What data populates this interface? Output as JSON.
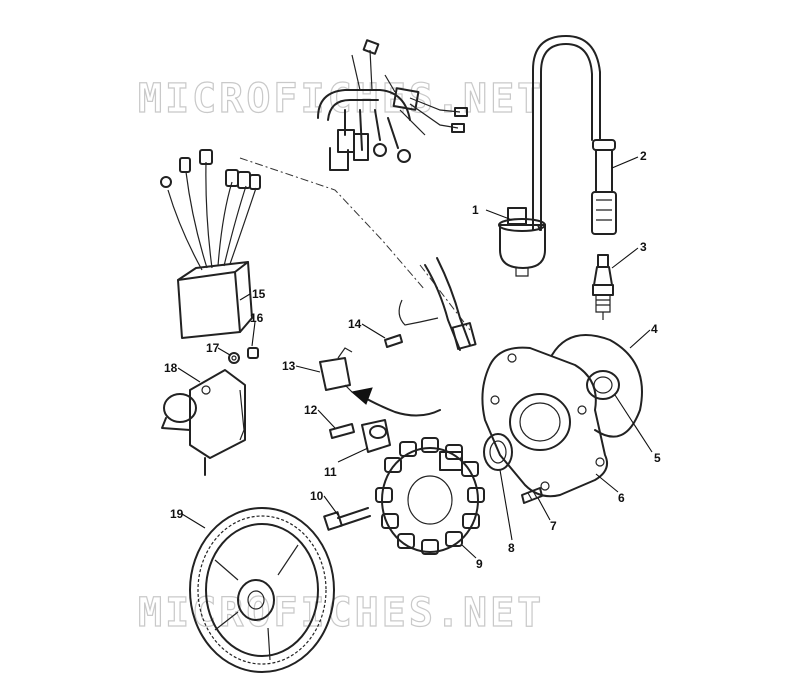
{
  "watermark": {
    "text": "MICROFICHES.NET"
  },
  "callouts": [
    {
      "num": "1"
    },
    {
      "num": "2"
    },
    {
      "num": "3"
    },
    {
      "num": "4"
    },
    {
      "num": "5"
    },
    {
      "num": "6"
    },
    {
      "num": "7"
    },
    {
      "num": "8"
    },
    {
      "num": "9"
    },
    {
      "num": "10"
    },
    {
      "num": "11"
    },
    {
      "num": "12"
    },
    {
      "num": "13"
    },
    {
      "num": "14"
    },
    {
      "num": "15"
    },
    {
      "num": "16"
    },
    {
      "num": "17"
    },
    {
      "num": "18"
    },
    {
      "num": "19"
    }
  ]
}
